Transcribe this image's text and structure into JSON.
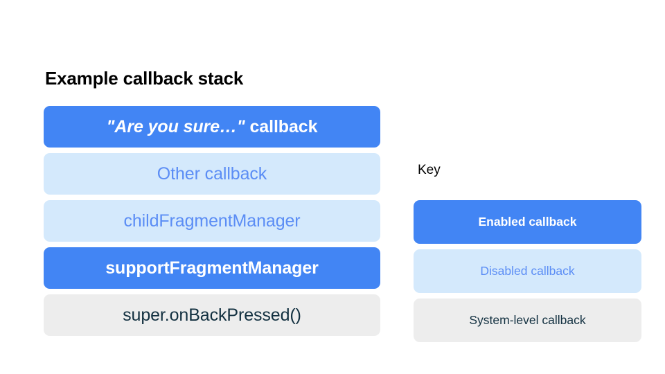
{
  "stack": {
    "title": "Example callback stack",
    "items": [
      {
        "label": "\"Are you sure…\" callback",
        "quoted_part": "\"Are you sure…\"",
        "plain_part": " callback",
        "type": "enabled"
      },
      {
        "label": "Other callback",
        "type": "disabled"
      },
      {
        "label": "childFragmentManager",
        "type": "disabled"
      },
      {
        "label": "supportFragmentManager",
        "type": "enabled"
      },
      {
        "label": "super.onBackPressed()",
        "type": "system"
      }
    ]
  },
  "key": {
    "title": "Key",
    "items": [
      {
        "label": "Enabled callback",
        "type": "enabled"
      },
      {
        "label": "Disabled callback",
        "type": "disabled"
      },
      {
        "label": "System-level callback",
        "type": "system"
      }
    ]
  },
  "colors": {
    "enabled_bg": "#4285F4",
    "enabled_text": "#FFFFFF",
    "disabled_bg": "#D4E9FC",
    "disabled_text": "#5B8DF5",
    "system_bg": "#EDEDED",
    "system_text": "#123040",
    "title_text": "#000000",
    "page_bg": "#FFFFFF"
  }
}
